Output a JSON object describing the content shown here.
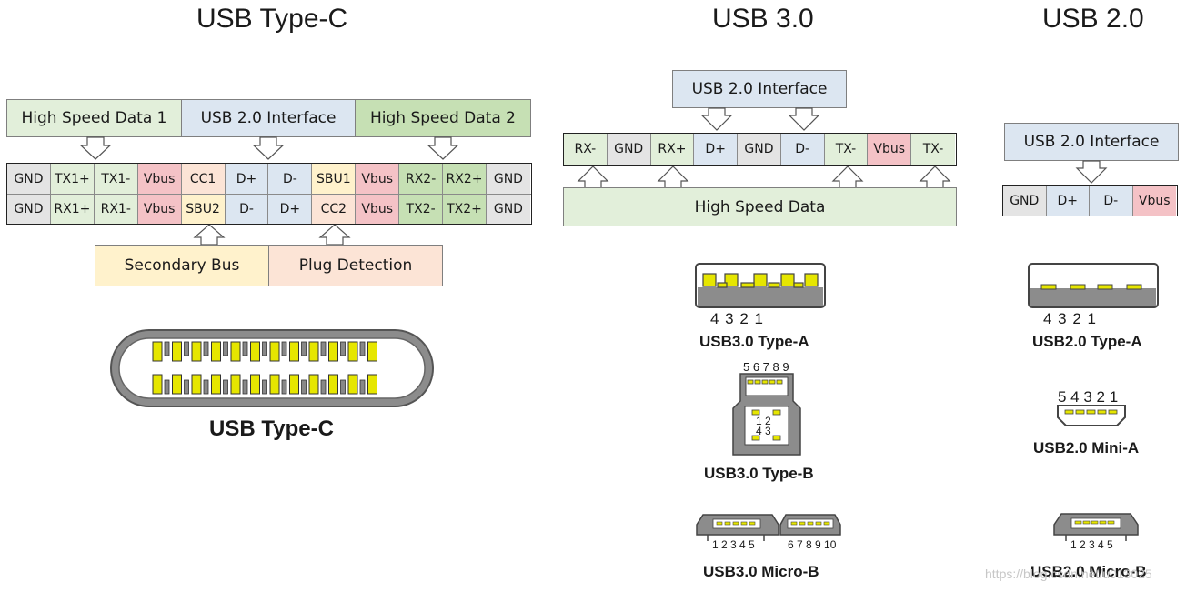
{
  "colors": {
    "gray": "#e4e4e4",
    "green": "#e2efda",
    "green_dark": "#c6e0b4",
    "blue": "#dce6f1",
    "red": "#f4c2c6",
    "yellow": "#fff2cc",
    "salmon": "#fce4d6",
    "contact": "#e6e600"
  },
  "headers": {
    "typec": "USB Type-C",
    "usb3": "USB 3.0",
    "usb2": "USB 2.0"
  },
  "typec": {
    "labels": {
      "hs1": "High Speed Data 1",
      "usb2": "USB 2.0 Interface",
      "hs2": "High Speed Data 2",
      "secondary": "Secondary Bus",
      "plug": "Plug Detection"
    },
    "top_row": [
      {
        "label": "GND",
        "color": "gray"
      },
      {
        "label": "TX1+",
        "color": "green"
      },
      {
        "label": "TX1-",
        "color": "green"
      },
      {
        "label": "Vbus",
        "color": "red"
      },
      {
        "label": "CC1",
        "color": "salmon"
      },
      {
        "label": "D+",
        "color": "blue"
      },
      {
        "label": "D-",
        "color": "blue"
      },
      {
        "label": "SBU1",
        "color": "yellow"
      },
      {
        "label": "Vbus",
        "color": "red"
      },
      {
        "label": "RX2-",
        "color": "green_dark"
      },
      {
        "label": "RX2+",
        "color": "green_dark"
      },
      {
        "label": "GND",
        "color": "gray"
      }
    ],
    "bottom_row": [
      {
        "label": "GND",
        "color": "gray"
      },
      {
        "label": "RX1+",
        "color": "green"
      },
      {
        "label": "RX1-",
        "color": "green"
      },
      {
        "label": "Vbus",
        "color": "red"
      },
      {
        "label": "SBU2",
        "color": "yellow"
      },
      {
        "label": "D-",
        "color": "blue"
      },
      {
        "label": "D+",
        "color": "blue"
      },
      {
        "label": "CC2",
        "color": "salmon"
      },
      {
        "label": "Vbus",
        "color": "red"
      },
      {
        "label": "TX2-",
        "color": "green_dark"
      },
      {
        "label": "TX2+",
        "color": "green_dark"
      },
      {
        "label": "GND",
        "color": "gray"
      }
    ],
    "caption": "USB Type-C"
  },
  "usb3": {
    "labels": {
      "usb2": "USB 2.0 Interface",
      "hs": "High Speed Data"
    },
    "row": [
      {
        "label": "RX-",
        "color": "green"
      },
      {
        "label": "GND",
        "color": "gray"
      },
      {
        "label": "RX+",
        "color": "green"
      },
      {
        "label": "D+",
        "color": "blue"
      },
      {
        "label": "GND",
        "color": "gray"
      },
      {
        "label": "D-",
        "color": "blue"
      },
      {
        "label": "TX-",
        "color": "green"
      },
      {
        "label": "Vbus",
        "color": "red"
      },
      {
        "label": "TX-",
        "color": "green"
      }
    ],
    "type_a": {
      "numbers": "4   3   2   1",
      "caption": "USB3.0 Type-A"
    },
    "type_b": {
      "numbers": "5 6 7 8 9",
      "inner_top": "1  2",
      "inner_bottom": "4  3",
      "caption": "USB3.0 Type-B"
    },
    "micro_b": {
      "numbers_left": "1 2 3 4 5",
      "numbers_right": "6 7 8 9 10",
      "caption": "USB3.0 Micro-B"
    }
  },
  "usb2": {
    "labels": {
      "usb2": "USB 2.0 Interface"
    },
    "row": [
      {
        "label": "GND",
        "color": "gray"
      },
      {
        "label": "D+",
        "color": "blue"
      },
      {
        "label": "D-",
        "color": "blue"
      },
      {
        "label": "Vbus",
        "color": "red"
      }
    ],
    "type_a": {
      "numbers": "4   3   2   1",
      "caption": "USB2.0 Type-A"
    },
    "mini_a": {
      "numbers": "5 4 3 2 1",
      "caption": "USB2.0 Mini-A"
    },
    "micro_b": {
      "numbers": "1 2 3 4 5",
      "caption": "USB2.0 Micro-B"
    }
  },
  "watermark": "https://blog.csdn.net/u013025"
}
